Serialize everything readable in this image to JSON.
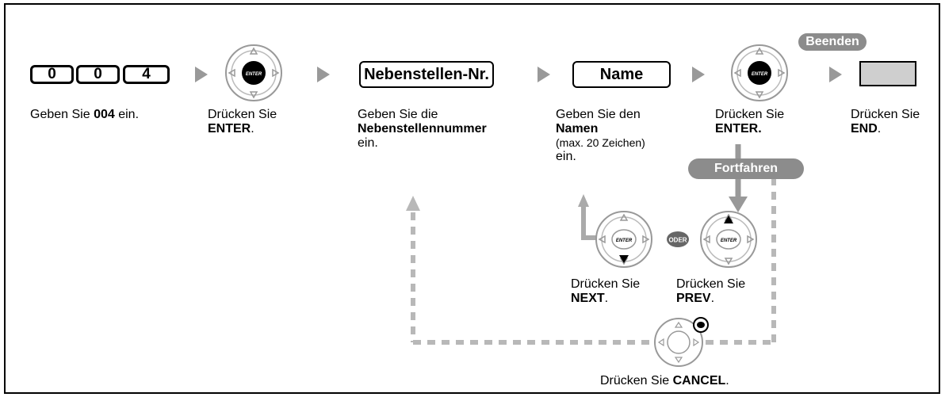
{
  "digits": [
    "0",
    "0",
    "4"
  ],
  "enter_label": "ENTER",
  "or_label": "ODER",
  "fields": {
    "extension": "Nebenstellen-Nr.",
    "name": "Name"
  },
  "badges": {
    "end": "Beenden",
    "continue": "Fortfahren"
  },
  "captions": {
    "step1_pre": "Geben Sie ",
    "step1_bold": "004",
    "step1_post": " ein.",
    "press": "Drücken Sie",
    "enter": "ENTER",
    "enter_dot": "ENTER.",
    "step3_l1": "Geben Sie die",
    "step3_bold": "Nebenstellennummer",
    "step3_l3": "ein.",
    "step4_l1": "Geben Sie den",
    "step4_bold": "Namen",
    "step4_small": "(max. 20 Zeichen)",
    "step4_l4": "ein.",
    "end": "END",
    "next": "NEXT",
    "prev": "PREV",
    "cancel_pre": "Drücken Sie ",
    "cancel_bold": "CANCEL"
  },
  "colors": {
    "badge_gray": "#8c8c8c",
    "dashed_gray": "#b8b8b8",
    "button_gray": "#cfcfcf",
    "triangle_gray": "#999999"
  }
}
